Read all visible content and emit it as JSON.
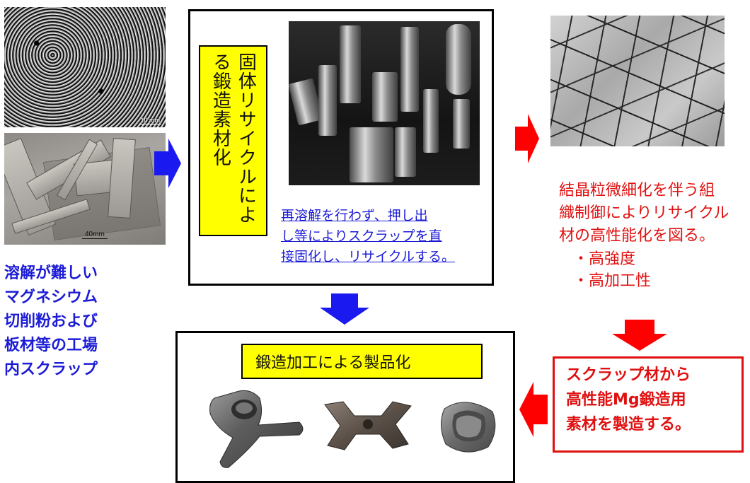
{
  "left": {
    "chips_scale": "10 mm",
    "sheets_scale": "40mm",
    "caption_lines": [
      "溶解が難しい",
      "マグネシウム",
      "切削粉および",
      "板材等の工場",
      "内スクラップ"
    ]
  },
  "center": {
    "vertical_label": "固体リサイクルによる鍛造素材化",
    "caption_lines": [
      "再溶解を行わず、押し出",
      "し等によりスクラップを直",
      "接固化し、リサイクルする。"
    ]
  },
  "right": {
    "caption_lines": [
      "結晶粒微細化を伴う組",
      "織制御によりリサイクル",
      "材の高性能化を図る。"
    ],
    "bullets": [
      "・高強度",
      "・高加工性"
    ],
    "box_lines": [
      "スクラップ材から",
      "高性能Mg鍛造用",
      "素材を製造する。"
    ]
  },
  "bottom": {
    "label": "鍛造加工による製品化"
  },
  "colors": {
    "blue_text": "#1c1cd6",
    "red_text": "#e01010",
    "blue_arrow": "#1a1af0",
    "red_arrow": "#ff0000",
    "label_bg": "#ffff00"
  }
}
